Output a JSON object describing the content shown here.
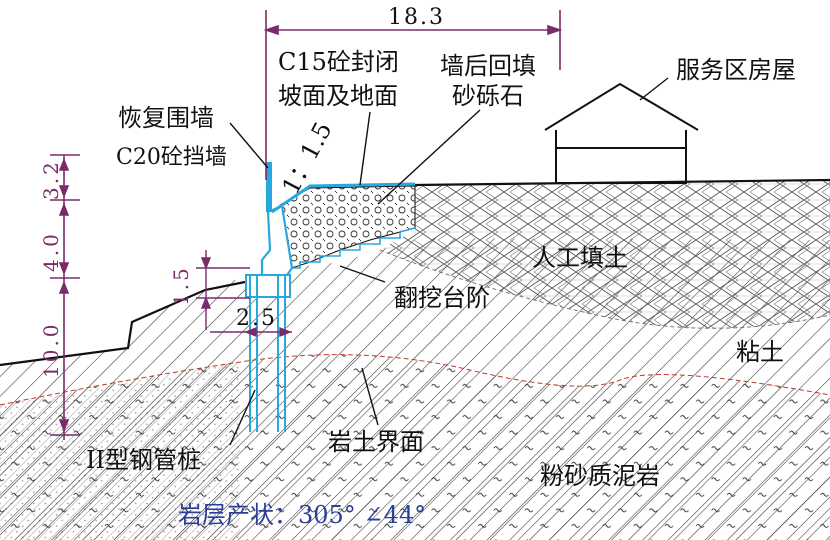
{
  "colors": {
    "wall": "#29a8dd",
    "dimension": "#7a2b6a",
    "strata": "#2a3e9a",
    "interface": "#c0392b"
  },
  "labels": {
    "top_width": "18.3",
    "slope_seal_line1": "C15砼封闭",
    "slope_seal_line2": "坡面及地面",
    "backfill_line1": "墙后回填",
    "backfill_line2": "砂砾石",
    "service_house": "服务区房屋",
    "restore_wall": "恢复围墙",
    "retaining_wall": "C20砼挡墙",
    "slope_ratio": "1：1.5",
    "artificial_fill": "人工填土",
    "steps": "翻挖台阶",
    "clay": "粘土",
    "rock_soil_interface": "岩土界面",
    "pile": "II型钢管桩",
    "siltstone": "粉砂质泥岩",
    "strata_attitude": "岩层产状：305°  ∠44°",
    "dim_step_height": "1.5",
    "dim_pile_width": "2.5"
  },
  "left_dims": {
    "d1": "3.2",
    "d2": "4.0",
    "d3": "10.0"
  }
}
